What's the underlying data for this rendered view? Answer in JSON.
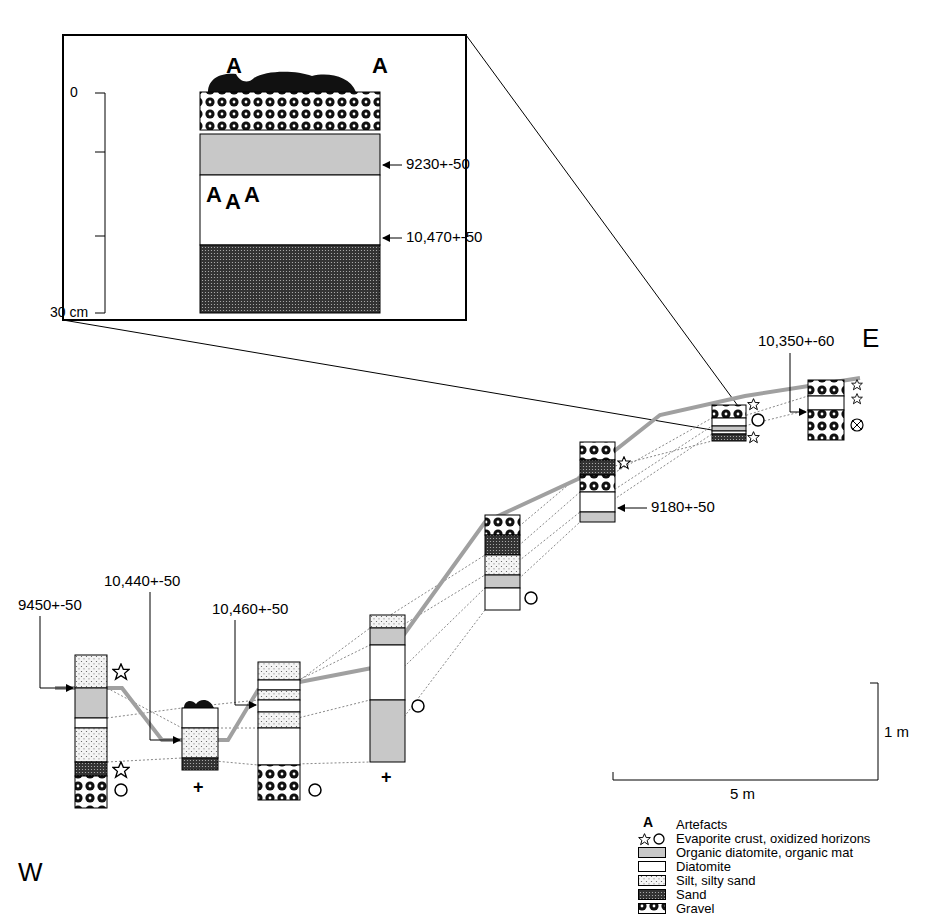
{
  "diagram": {
    "labels": [
      "A",
      "A",
      "0",
      "30 cm",
      "9230+-50",
      "A",
      "A",
      "A",
      "10,470+-50",
      "10,350+-60",
      "E",
      "9180+-50",
      "9450+-50",
      "10,440+-50",
      "10,460+-50",
      "+",
      "+",
      "1 m",
      "5 m",
      "W",
      "A"
    ],
    "legend": [
      {
        "text": "Artefacts"
      },
      {
        "text": "Evaporite crust, oxidized horizons"
      },
      {
        "text": "Organic diatomite, organic mat",
        "color": "#c8c8c8"
      },
      {
        "text": "Diatomite",
        "color": "#ffffff"
      },
      {
        "text": "Silt, silty sand"
      },
      {
        "text": "Sand"
      },
      {
        "text": "Gravel"
      }
    ]
  }
}
